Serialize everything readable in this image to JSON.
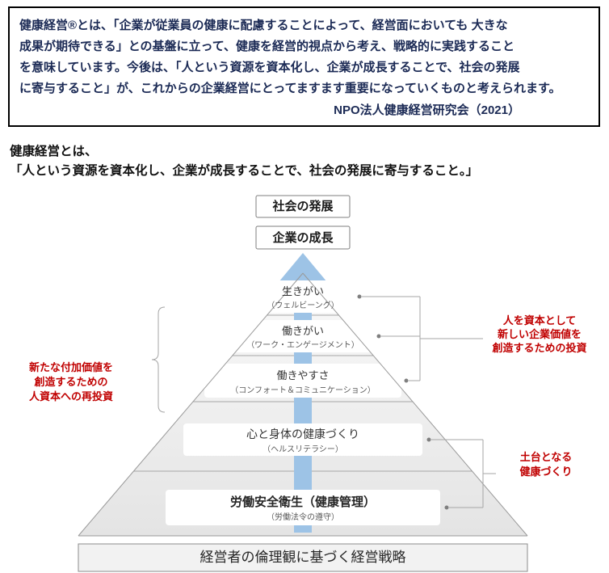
{
  "definition_box": {
    "lines": [
      "健康経営®とは、「企業が従業員の健康に配慮することによって、経営面においても 大きな",
      "成果が期待できる」との基盤に立って、健康を経営的視点から考え、戦略的に実践すること",
      "を意味しています。今後は、「人という資源を資本化し、企業が成長することで、社会の発展",
      "に寄与すること」が、これからの企業経営にとってますます重要になっていくものと考えられます。"
    ],
    "attribution": "NPO法人健康経営研究会（2021）"
  },
  "statement": {
    "line1": "健康経営とは、",
    "line2": "「人という資源を資本化し、企業が成長することで、社会の発展に寄与すること。」"
  },
  "diagram": {
    "society_box": "社会の発展",
    "growth_box": "企業の成長",
    "levels": [
      {
        "title": "生きがい",
        "subtitle": "（ウェルビーング）"
      },
      {
        "title": "働きがい",
        "subtitle": "（ワーク・エンゲージメント）"
      },
      {
        "title": "働きやすさ",
        "subtitle": "（コンフォート＆コミュニケーション）"
      },
      {
        "title": "心と身体の健康づくり",
        "subtitle": "（ヘルスリテラシー）"
      },
      {
        "title": "労働安全衛生（健康管理）",
        "subtitle": "（労働法令の遵守）"
      }
    ],
    "base_box": "経営者の倫理観に基づく経営戦略",
    "annotations": {
      "left": [
        "新たな付加価値を",
        "創造するための",
        "人資本への再投資"
      ],
      "right_top": [
        "人を資本として",
        "新しい企業価値を",
        "創造するための投資"
      ],
      "right_bottom": [
        "土台となる",
        "健康づくり"
      ]
    }
  },
  "colors": {
    "arrow_blue": "#9dc3e6",
    "annotation_red": "#c00000",
    "definition_text_navy": "#1b2a55"
  }
}
